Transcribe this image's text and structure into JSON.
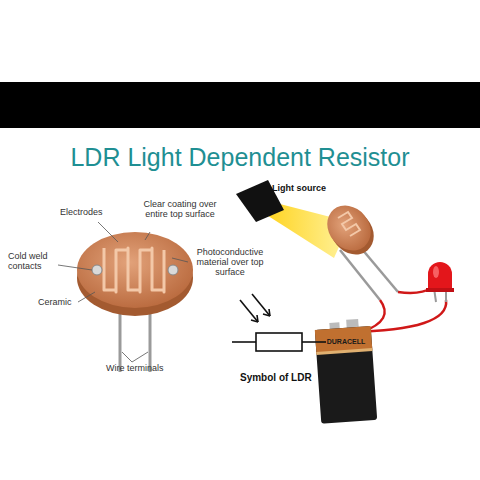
{
  "diagram": {
    "title": "LDR Light Dependent Resistor",
    "labels": [
      "Electrodes",
      "Clear coating over entire top surface",
      "Cold weld contacts",
      "Photoconductive material over top surface",
      "Ceramic",
      "Wire terminals",
      "Light source",
      "Symbol of LDR",
      "DURACELL"
    ]
  }
}
